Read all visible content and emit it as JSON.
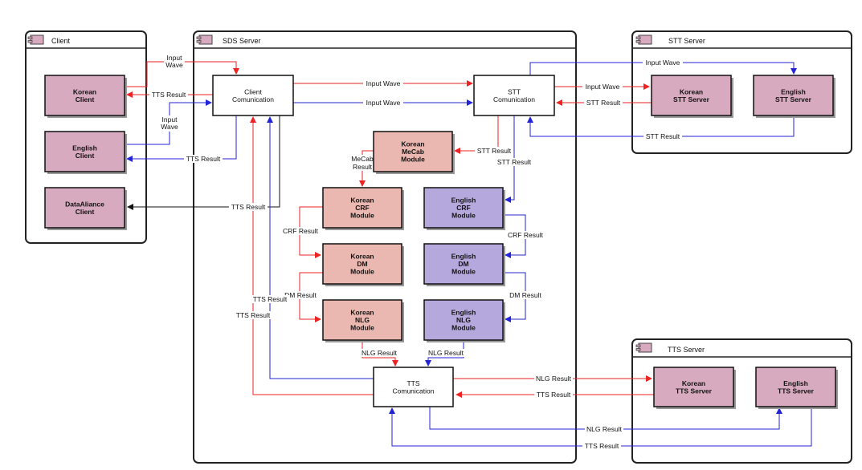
{
  "colors": {
    "pink": "#d8aabf",
    "salmon": "#eab8b0",
    "lavender": "#b4a8dc",
    "red_arrow": "#ee2222",
    "blue_arrow": "#2323d8",
    "black_arrow": "#111111"
  },
  "containers": {
    "client": {
      "title": "Client"
    },
    "sds": {
      "title": "SDS Server"
    },
    "stt": {
      "title": "STT Server"
    },
    "tts": {
      "title": "TTS Server"
    }
  },
  "nodes": {
    "korean_client": [
      "Korean",
      "Client"
    ],
    "english_client": [
      "English",
      "Client"
    ],
    "dataaliance_client": [
      "DataAliance",
      "Client"
    ],
    "client_comm": [
      "Client",
      "Comunication"
    ],
    "stt_comm": [
      "STT",
      "Comunication"
    ],
    "tts_comm": [
      "TTS",
      "Comunication"
    ],
    "korean_mecab": [
      "Korean",
      "MeCab",
      "Module"
    ],
    "korean_crf": [
      "Korean",
      "CRF",
      "Module"
    ],
    "korean_dm": [
      "Korean",
      "DM",
      "Module"
    ],
    "korean_nlg": [
      "Korean",
      "NLG",
      "Module"
    ],
    "english_crf": [
      "English",
      "CRF",
      "Module"
    ],
    "english_dm": [
      "English",
      "DM",
      "Module"
    ],
    "english_nlg": [
      "English",
      "NLG",
      "Module"
    ],
    "korean_stt": [
      "Korean",
      "STT Server"
    ],
    "english_stt": [
      "English",
      "STT Server"
    ],
    "korean_tts": [
      "Korean",
      "TTS Server"
    ],
    "english_tts": [
      "English",
      "TTS Server"
    ]
  },
  "labels": {
    "input_wave": "Input Wave",
    "input_wave_top": "Input",
    "input_wave_bottom": "Wave",
    "tts_result": "TTS Result",
    "stt_result": "STT Result",
    "mecab_result_top": "MeCab",
    "mecab_result_bottom": "Result",
    "crf_result": "CRF Result",
    "dm_result": "DM Result",
    "nlg_result": "NLG Result"
  }
}
